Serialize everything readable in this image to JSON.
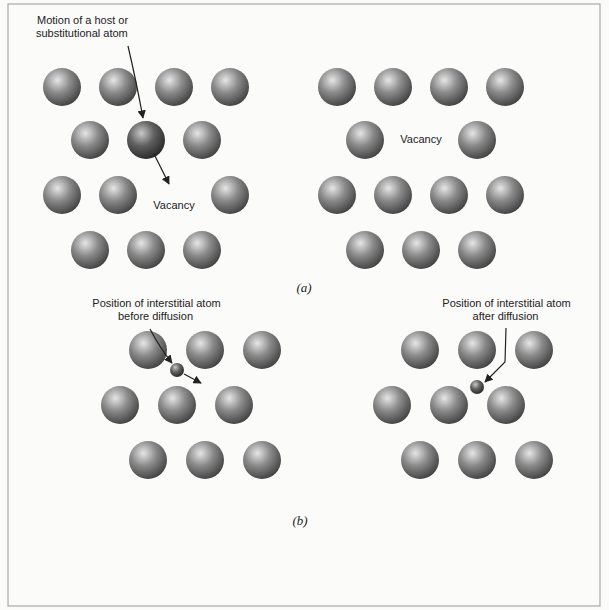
{
  "diagram": {
    "labels": [
      "Motion of a host or substitutional atom",
      "Vacancy",
      "Vacancy",
      "(a)",
      "Position of interstitial atom before diffusion",
      "Position of interstitial atom after diffusion",
      "(b)"
    ]
  }
}
